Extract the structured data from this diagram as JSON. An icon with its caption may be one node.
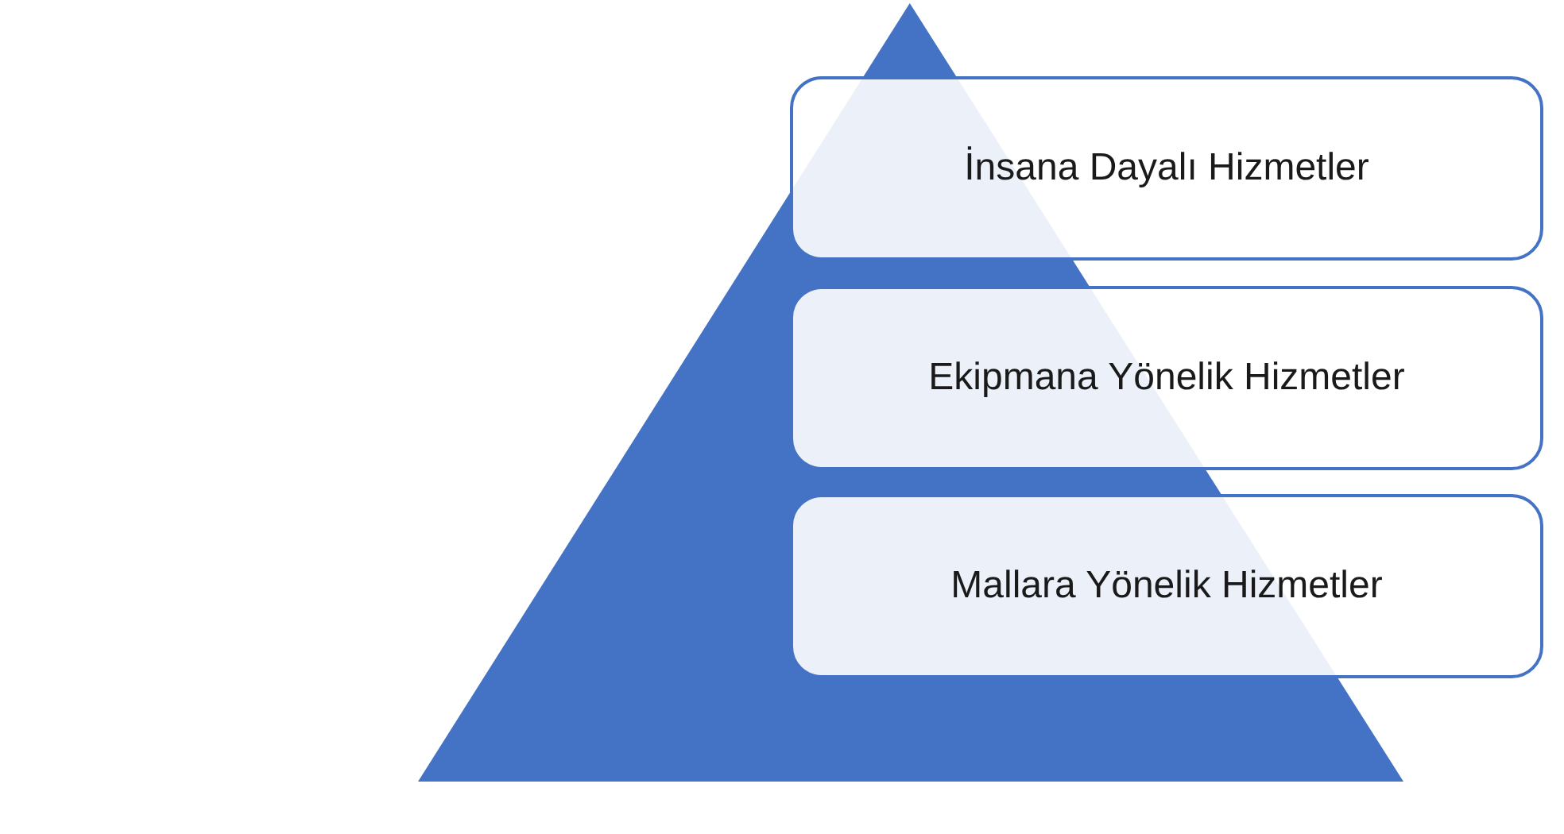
{
  "diagram": {
    "nodes": [
      {
        "text": [],
        "shape": "triangle"
      },
      {
        "text": [
          "İnsana Dayalı Hizmetler"
        ]
      },
      {
        "text": [
          "Ekipmana Yönelik Hizmetler"
        ]
      },
      {
        "text": [
          "Mallara Yönelik Hizmetler"
        ]
      }
    ]
  }
}
